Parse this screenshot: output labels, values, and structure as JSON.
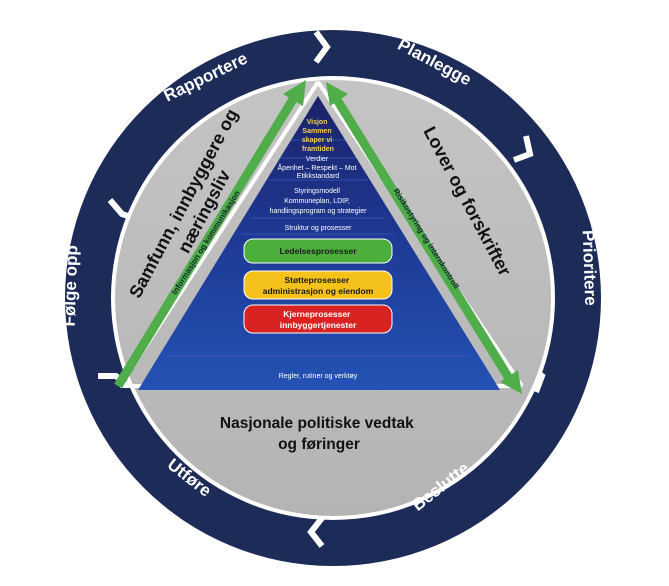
{
  "colors": {
    "ring": "#1c2b58",
    "inner_disc": "#bcbcbc",
    "pyramid_top": "#202a78",
    "pyramid_bottom": "#1f47a8",
    "arrow_green": "#4fae4a",
    "box_green": "#4caf3c",
    "box_yellow": "#f4c21b",
    "box_red": "#d92323"
  },
  "ring": {
    "steps": [
      "Planlegge",
      "Prioritere",
      "Beslutte",
      "Utføre",
      "Følge opp",
      "Rapportere"
    ]
  },
  "segments": {
    "left": [
      "Samfunn, innbyggere og",
      "næringsliv"
    ],
    "right": [
      "Lover og forskrifter"
    ],
    "bottom": [
      "Nasjonale politiske vedtak",
      "og føringer"
    ]
  },
  "arrows": {
    "left": "Informasjon og kommunikasjon",
    "right": "Risikostyring og internkontroll"
  },
  "pyramid": {
    "vision": [
      "Visjon",
      "Sammen",
      "skaper vi",
      "framtiden"
    ],
    "values": [
      "Verdier",
      "Åpenhet – Respekt – Mot",
      "Etikkstandard"
    ],
    "steering": [
      "Styringsmodell",
      "Kommuneplan, LDIP,",
      "handlingsprogram og strategier"
    ],
    "structure": "Struktur og prosesser",
    "boxes": [
      {
        "lines": [
          "Ledelsesprosesser"
        ]
      },
      {
        "lines": [
          "Støtteprosesser",
          "administrasjon og eiendom"
        ]
      },
      {
        "lines": [
          "Kjerneprosesser",
          "innbyggertjenester"
        ]
      }
    ],
    "base": "Regler, rutiner og verktøy"
  }
}
